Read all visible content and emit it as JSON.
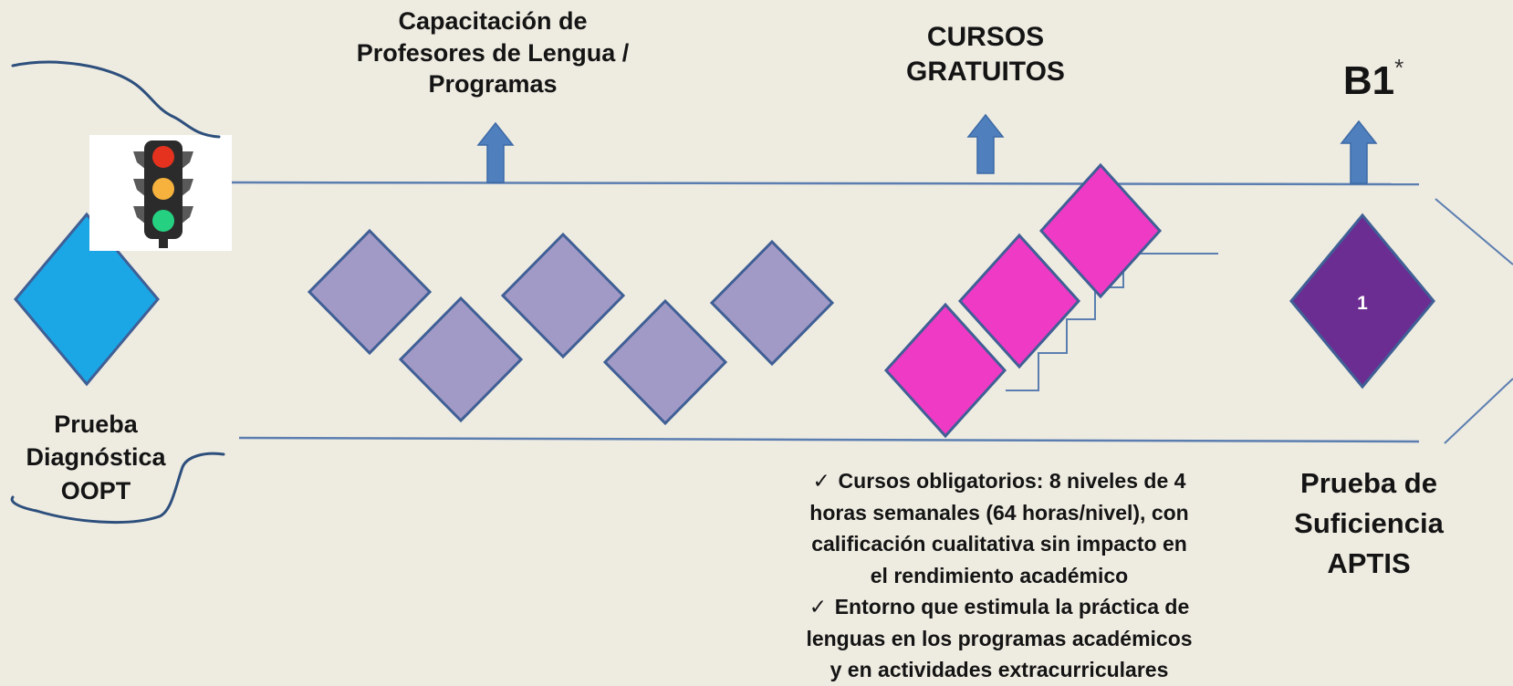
{
  "top_labels": {
    "capacitacion": [
      "Capacitación de",
      "Profesores de Lengua /",
      "Programas"
    ],
    "cursos": [
      "CURSOS",
      "GRATUITOS"
    ],
    "b1": "B1",
    "b1_mark": "*"
  },
  "bottom_labels": {
    "diagnostica": [
      "Prueba",
      "Diagnóstica",
      "OOPT"
    ],
    "suficiencia": [
      "Prueba de",
      "Suficiencia",
      "APTIS"
    ]
  },
  "final_diamond_label": "1",
  "notes": [
    [
      "Cursos obligatorios: 8 niveles de 4",
      "horas semanales (64 horas/nivel), con",
      "calificación cualitativa sin impacto en",
      "el rendimiento académico"
    ],
    [
      "Entorno que estimula la práctica de",
      "lenguas en los programas académicos",
      "y en actividades extracurriculares"
    ]
  ],
  "check_glyph": "✓",
  "colors": {
    "background": "#eeebe1",
    "track_line": "#5b7eb0",
    "diagnostic_diamond": "#1ba6e6",
    "course_diamond": "#a29ac6",
    "free_course_diamond": "#ee3ac4",
    "final_diamond": "#6b2d92",
    "arrow": "#4f7fbd",
    "traffic_red": "#e5321f",
    "traffic_amber": "#f6b23d",
    "traffic_green": "#25d181",
    "pen_stroke": "#2d4f7c"
  },
  "icons": {
    "traffic_light": "traffic-light-icon",
    "arrow": "up-arrow-icon",
    "check": "check-icon"
  }
}
